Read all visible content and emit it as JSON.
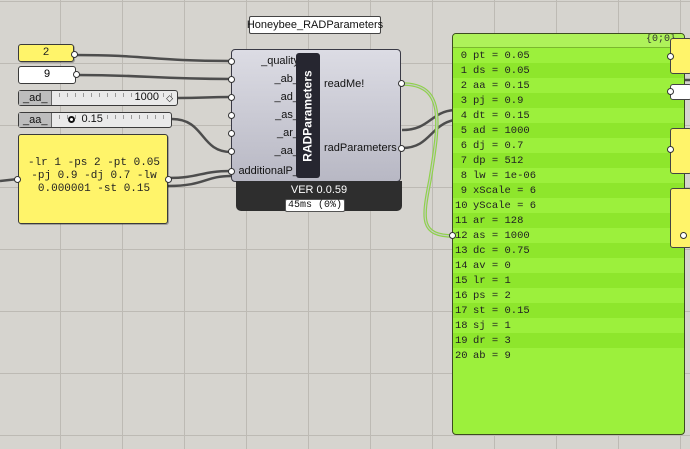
{
  "component": {
    "title": "Honeybee_RADParameters",
    "name": "RADParameters",
    "inputs": [
      "_quality",
      "_ab_",
      "_ad_",
      "_as_",
      "_ar_",
      "_aa_",
      "additionalP_"
    ],
    "outputs": [
      "readMe!",
      "radParameters"
    ],
    "version": "VER 0.0.59",
    "timing": "45ms (0%)"
  },
  "quality_panel": {
    "value": "2"
  },
  "ab_panel": {
    "value": "9"
  },
  "ad_slider": {
    "label": "_ad_",
    "value": "1000"
  },
  "aa_slider": {
    "label": "_aa_",
    "value": "0.15"
  },
  "additional_panel": {
    "text": "-lr 1 -ps 2 -pt 0.05 -pj 0.9 -dj 0.7 -lw 0.000001 -st 0.15"
  },
  "output_panel": {
    "path": "{0;0}",
    "rows": [
      {
        "index": "0",
        "text": "pt = 0.05"
      },
      {
        "index": "1",
        "text": "ds = 0.05"
      },
      {
        "index": "2",
        "text": "aa = 0.15"
      },
      {
        "index": "3",
        "text": "pj = 0.9"
      },
      {
        "index": "4",
        "text": "dt = 0.15"
      },
      {
        "index": "5",
        "text": "ad = 1000"
      },
      {
        "index": "6",
        "text": "dj = 0.7"
      },
      {
        "index": "7",
        "text": "dp = 512"
      },
      {
        "index": "8",
        "text": "lw = 1e-06"
      },
      {
        "index": "9",
        "text": "xScale = 6"
      },
      {
        "index": "10",
        "text": "yScale = 6"
      },
      {
        "index": "11",
        "text": "ar = 128"
      },
      {
        "index": "12",
        "text": "as = 1000"
      },
      {
        "index": "13",
        "text": "dc = 0.75"
      },
      {
        "index": "14",
        "text": "av = 0"
      },
      {
        "index": "15",
        "text": "lr = 1"
      },
      {
        "index": "16",
        "text": "ps = 2"
      },
      {
        "index": "17",
        "text": "st = 0.15"
      },
      {
        "index": "18",
        "text": "sj = 1"
      },
      {
        "index": "19",
        "text": "dr = 3"
      },
      {
        "index": "20",
        "text": "ab = 9"
      }
    ]
  },
  "colors": {
    "canvas": "#d6d4cf",
    "panel_yellow": "#fff46a",
    "output_green": "#9cf03c",
    "wire": "#4a4a4a",
    "selected_wire": "#8fd24a"
  }
}
